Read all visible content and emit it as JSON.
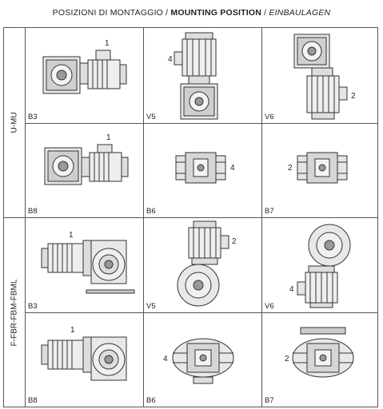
{
  "header": {
    "part1": "POSIZIONI DI MONTAGGIO / ",
    "part2": "MOUNTING POSITION",
    "part3": " / ",
    "part4": "EINBAULAGEN"
  },
  "groups": [
    {
      "label": "U-MU",
      "cells": [
        {
          "code": "B3",
          "num": "1"
        },
        {
          "code": "V5",
          "num": "4"
        },
        {
          "code": "V6",
          "num": "2"
        },
        {
          "code": "B8",
          "num": "1"
        },
        {
          "code": "B6",
          "num": "4"
        },
        {
          "code": "B7",
          "num": "2"
        }
      ]
    },
    {
      "label": "F-FBR-FBM-FBML",
      "cells": [
        {
          "code": "B3",
          "num": "1"
        },
        {
          "code": "V5",
          "num": "2"
        },
        {
          "code": "V6",
          "num": "4"
        },
        {
          "code": "B8",
          "num": "1"
        },
        {
          "code": "B6",
          "num": "4"
        },
        {
          "code": "B7",
          "num": "2"
        }
      ]
    }
  ]
}
